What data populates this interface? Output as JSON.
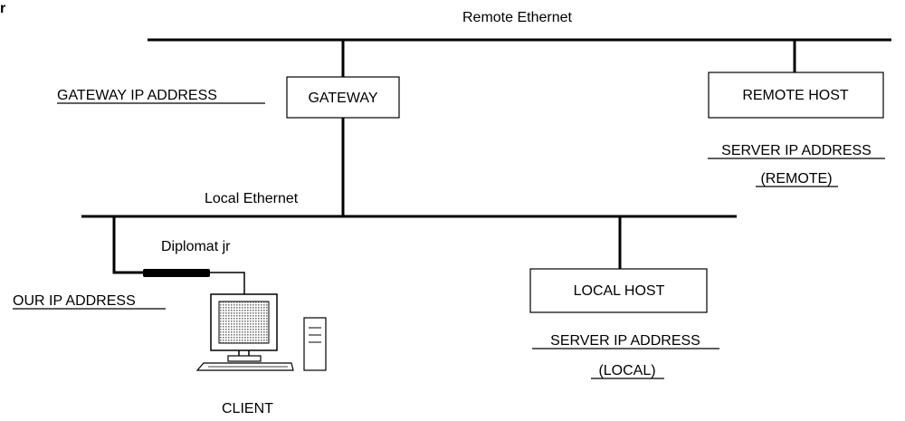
{
  "corner_mark": "r",
  "networks": {
    "remote_label": "Remote Ethernet",
    "local_label": "Local Ethernet"
  },
  "gateway": {
    "box_label": "GATEWAY",
    "address_label": "GATEWAY IP ADDRESS"
  },
  "remote_host": {
    "box_label": "REMOTE HOST",
    "address_line1": "SERVER IP ADDRESS",
    "address_line2": "(REMOTE)"
  },
  "local_host": {
    "box_label": "LOCAL HOST",
    "address_line1": "SERVER IP ADDRESS",
    "address_line2": "(LOCAL)"
  },
  "client": {
    "adapter_label": "Diplomat jr",
    "address_label": "OUR IP ADDRESS",
    "label": "CLIENT"
  }
}
